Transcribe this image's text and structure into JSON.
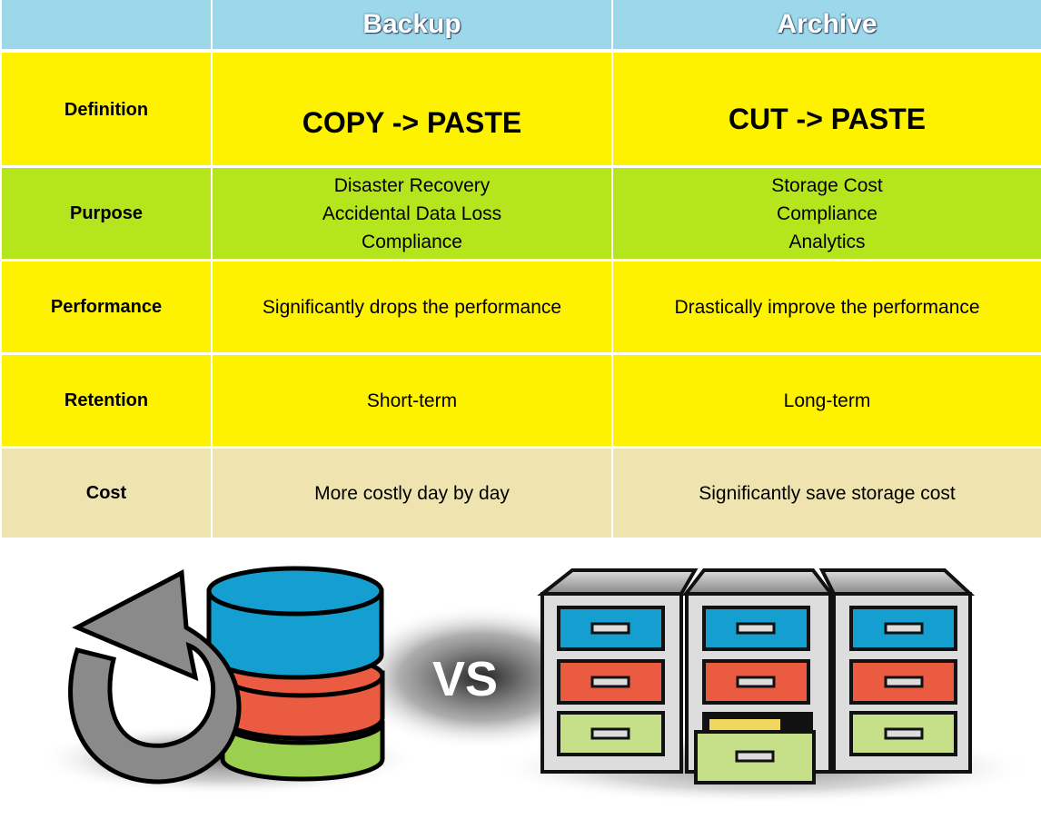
{
  "header": {
    "empty": "",
    "col1": "Backup",
    "col2": "Archive"
  },
  "rows": [
    {
      "label": "Definition",
      "backup": [
        "COPY -> PASTE"
      ],
      "archive": [
        "CUT -> PASTE"
      ]
    },
    {
      "label": "Purpose",
      "backup": [
        "Disaster Recovery",
        "Accidental Data Loss",
        "Compliance"
      ],
      "archive": [
        "Storage Cost",
        "Compliance",
        "Analytics"
      ]
    },
    {
      "label": "Performance",
      "backup": [
        "Significantly drops the performance"
      ],
      "archive": [
        "Drastically improve the performance"
      ]
    },
    {
      "label": "Retention",
      "backup": [
        "Short-term"
      ],
      "archive": [
        "Long-term"
      ]
    },
    {
      "label": "Cost",
      "backup": [
        "More costly day by day"
      ],
      "archive": [
        "Significantly save storage cost"
      ]
    }
  ],
  "illustration": {
    "vs_text": "VS"
  },
  "colors": {
    "header": "#9dd8ea",
    "yellow": "#fff200",
    "green": "#b5e61d",
    "tan": "#efe4b0"
  }
}
